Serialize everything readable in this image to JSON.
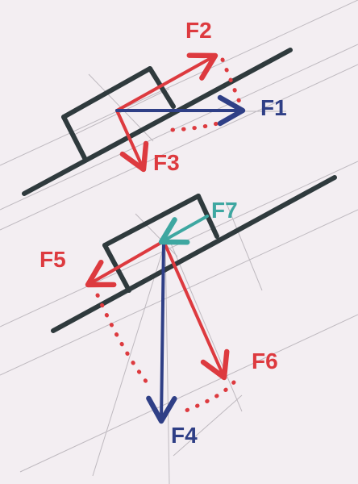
{
  "diagram": {
    "colors": {
      "paper": "#f3eef2",
      "pencil": "#b9b4ba",
      "dark_marker": "#2f3a3d",
      "red": "#dd3a3f",
      "blue": "#2f3f86",
      "teal": "#3ea7a1"
    },
    "top_figure": {
      "labels": {
        "f1": "F1",
        "f2": "F2",
        "f3": "F3"
      }
    },
    "bottom_figure": {
      "labels": {
        "f4": "F4",
        "f5": "F5",
        "f6": "F6",
        "f7": "F7"
      }
    }
  }
}
